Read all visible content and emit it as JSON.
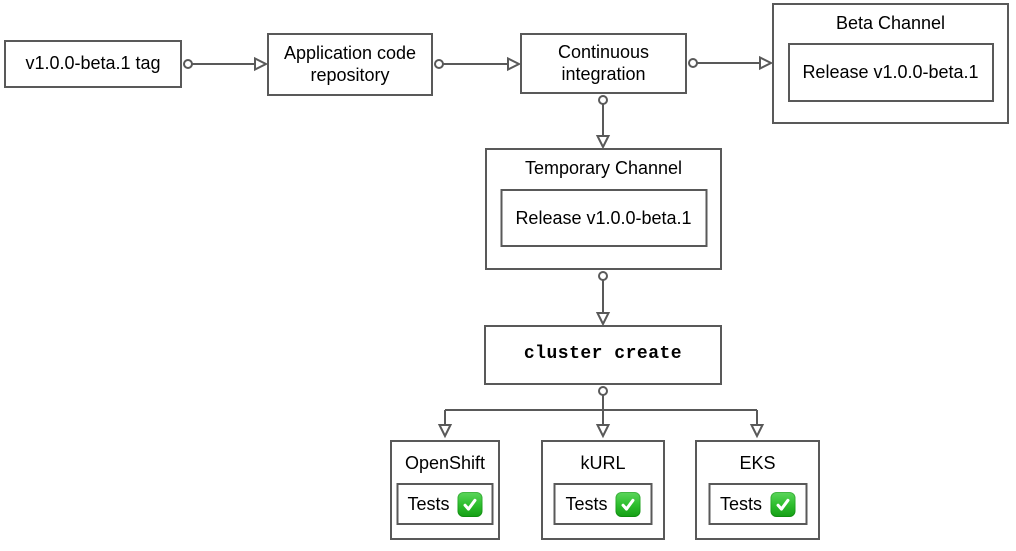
{
  "diagram": {
    "colors": {
      "stroke": "#595959",
      "text": "#000000",
      "check_green": "#2fbf2f",
      "background": "#ffffff"
    },
    "nodes": {
      "tag": {
        "label": "v1.0.0-beta.1 tag"
      },
      "repo": {
        "label": "Application code repository"
      },
      "ci": {
        "label": "Continuous integration"
      },
      "beta_channel": {
        "title": "Beta Channel",
        "release_label": "Release v1.0.0-beta.1"
      },
      "temporary_channel": {
        "title": "Temporary Channel",
        "release_label": "Release v1.0.0-beta.1"
      },
      "cluster_create": {
        "label": "cluster create"
      },
      "platforms": [
        {
          "title": "OpenShift",
          "tests_label": "Tests",
          "status_icon": "check-mark-button"
        },
        {
          "title": "kURL",
          "tests_label": "Tests",
          "status_icon": "check-mark-button"
        },
        {
          "title": "EKS",
          "tests_label": "Tests",
          "status_icon": "check-mark-button"
        }
      ]
    }
  }
}
